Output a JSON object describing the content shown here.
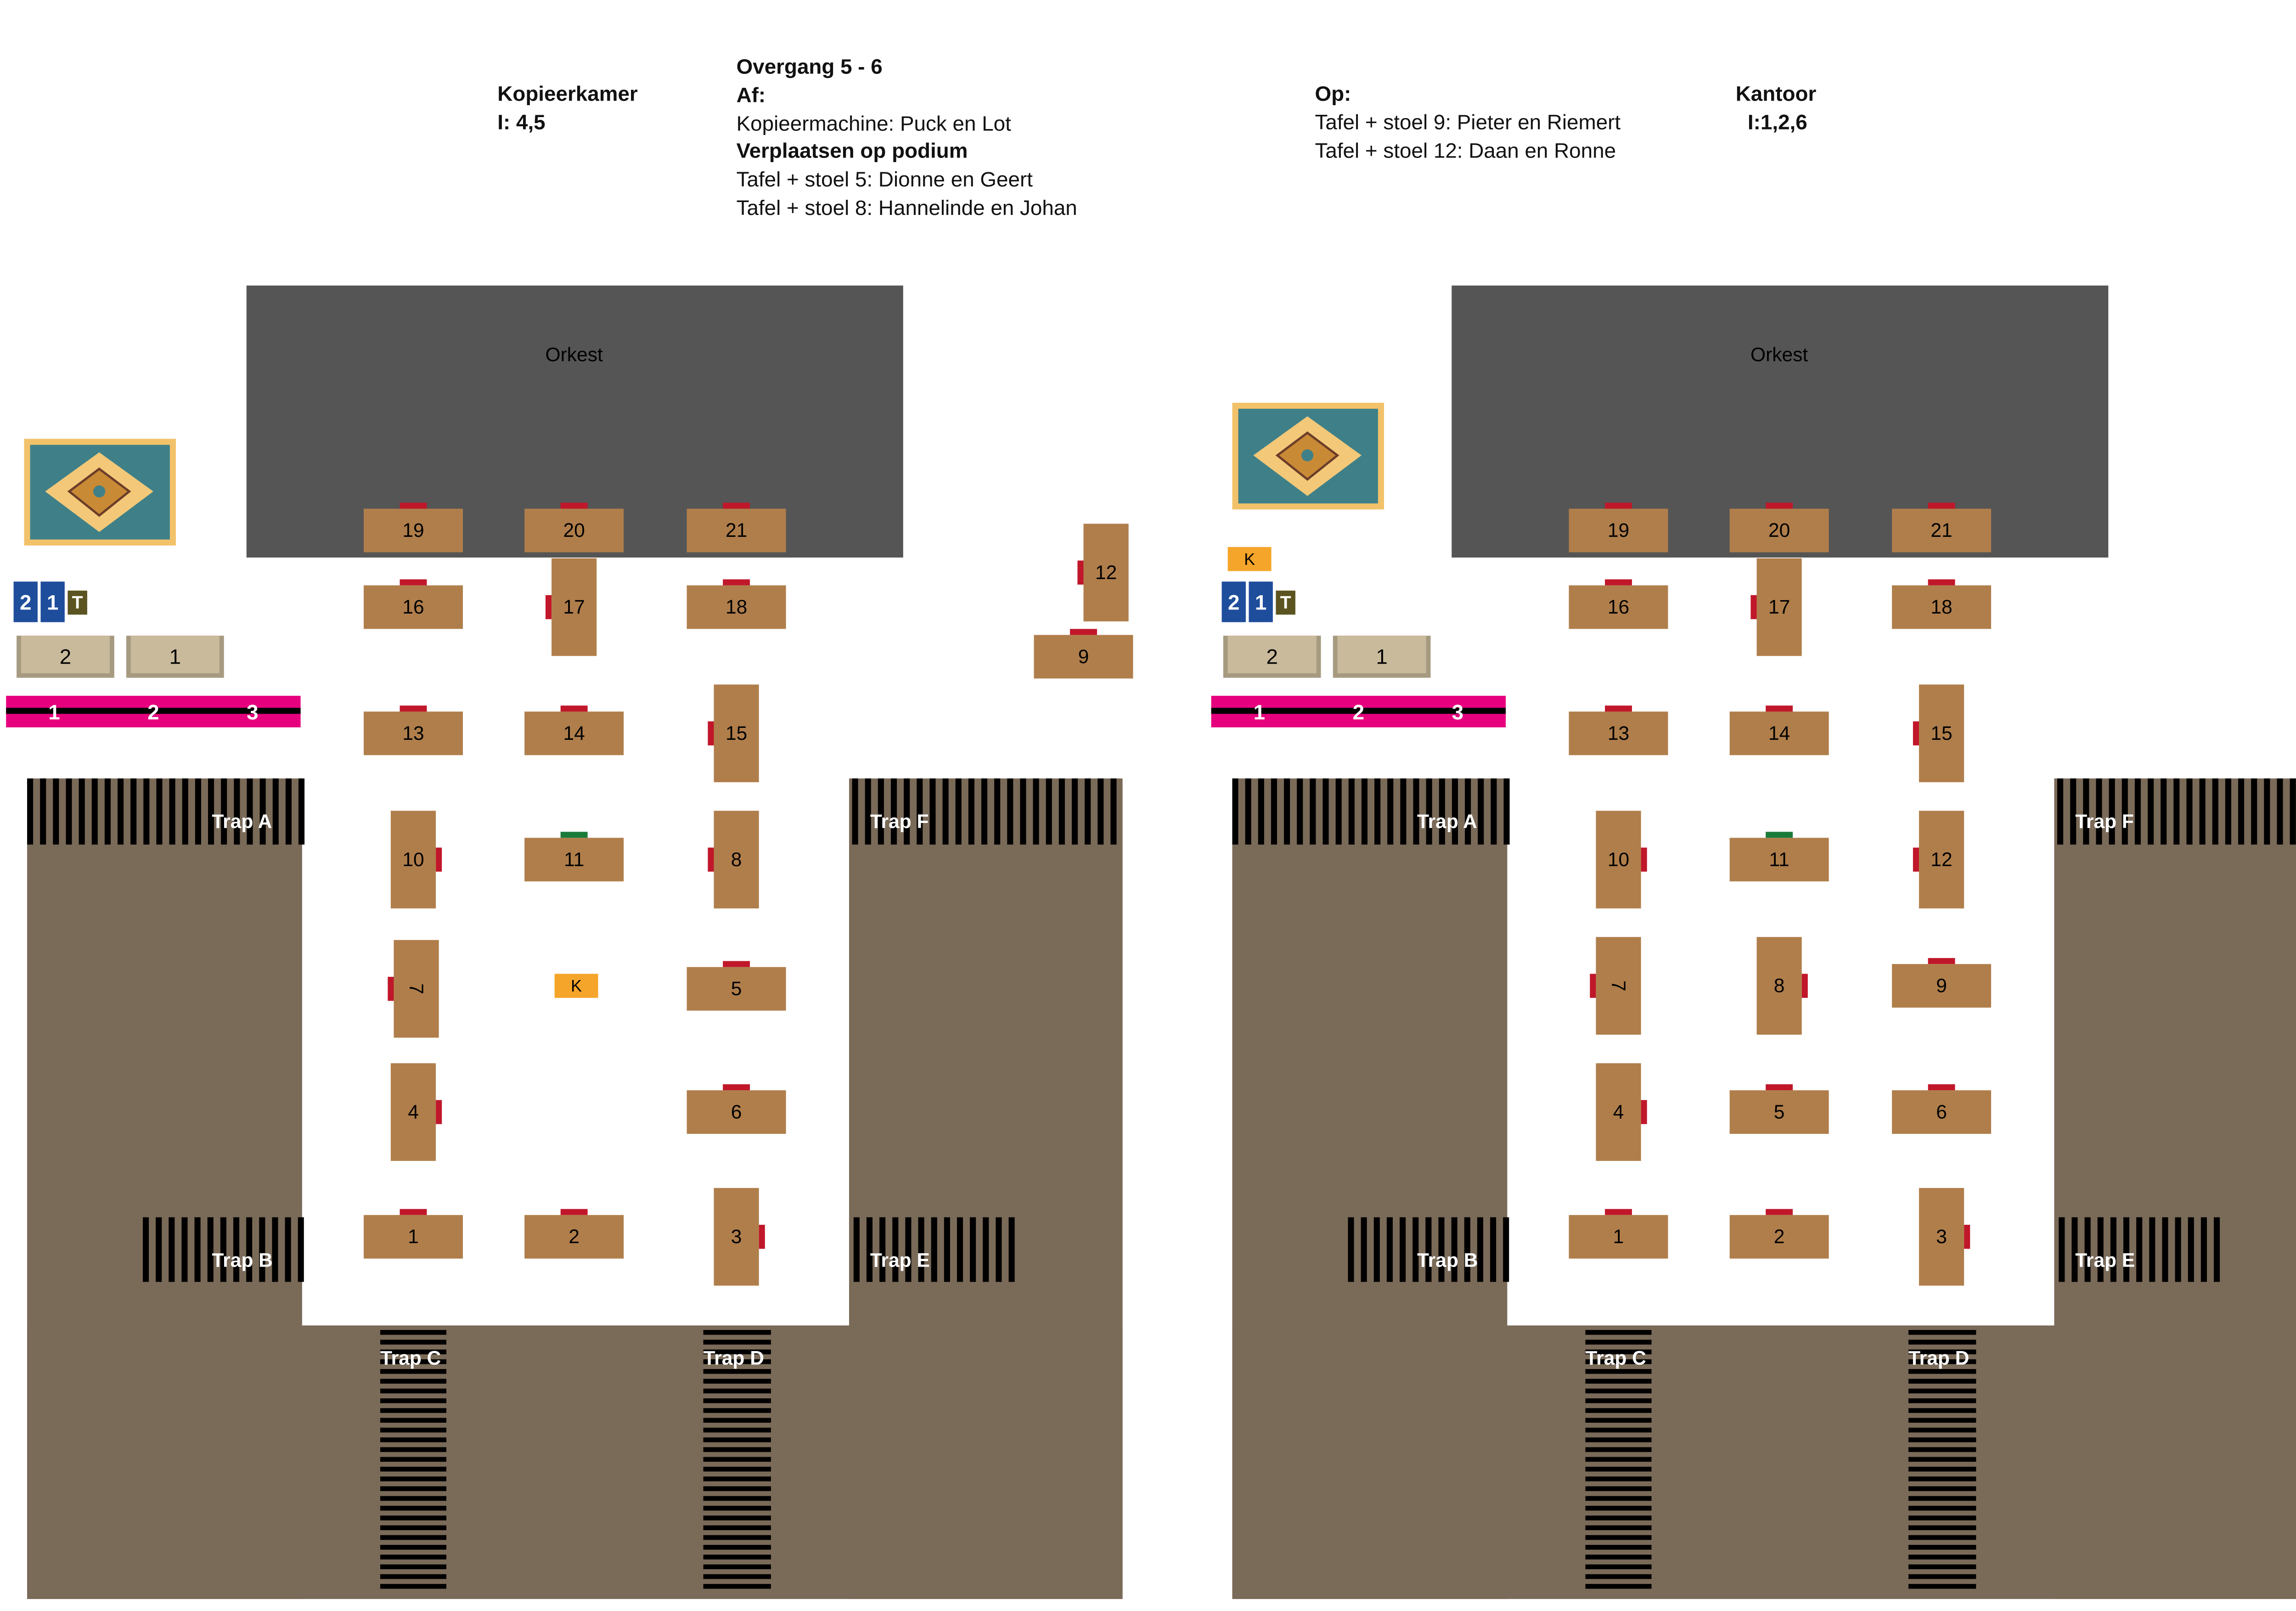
{
  "colors": {
    "orchestra": "#555555",
    "table": "#b07e4b",
    "chair": "#c0172a",
    "chair_alt": "#1a7a3a",
    "floor": "#7a6a58",
    "stripe": "#000000",
    "kopie": "#f5a52a",
    "blue": "#1e4d9c",
    "olive": "#5c5420",
    "beige": "#c9ba9c",
    "beige_edge": "#a69a80",
    "pink": "#e6007e"
  },
  "header": {
    "left_room": {
      "title": "Kopieerkamer",
      "sub": "I: 4,5"
    },
    "transition": {
      "title": "Overgang 5 - 6",
      "off_label": "Af:",
      "off_items": [
        "Kopieermachine: Puck en Lot"
      ],
      "move_label": "Verplaatsen op podium",
      "move_items": [
        "Tafel + stoel 5: Dionne en Geert",
        "Tafel + stoel 8: Hannelinde en Johan"
      ]
    },
    "on": {
      "label": "Op:",
      "items": [
        "Tafel + stoel 9: Pieter en Riemert",
        "Tafel + stoel 12: Daan en Ronne"
      ]
    },
    "right_room": {
      "title": "Kantoor",
      "sub": "I:1,2,6"
    }
  },
  "panels": [
    {
      "orchestra": "Orkest",
      "kopie": "K",
      "blue_boxes": [
        "2",
        "1"
      ],
      "t_box": "T",
      "beige_boxes": [
        "2",
        "1"
      ],
      "pink_bar": [
        "1",
        "2",
        "3"
      ],
      "traps": [
        "Trap A",
        "Trap B",
        "Trap C",
        "Trap D",
        "Trap E",
        "Trap F"
      ],
      "tables": [
        {
          "label": "19"
        },
        {
          "label": "20"
        },
        {
          "label": "21"
        },
        {
          "label": "16"
        },
        {
          "label": "17"
        },
        {
          "label": "18"
        },
        {
          "label": "13"
        },
        {
          "label": "14"
        },
        {
          "label": "15"
        },
        {
          "label": "10"
        },
        {
          "label": "11",
          "chair": "alt"
        },
        {
          "label": "8"
        },
        {
          "label": "7"
        },
        {
          "label": "5"
        },
        {
          "label": "4"
        },
        {
          "label": "6"
        },
        {
          "label": "1"
        },
        {
          "label": "2"
        },
        {
          "label": "3"
        },
        {
          "label": "12"
        },
        {
          "label": "9"
        }
      ]
    },
    {
      "orchestra": "Orkest",
      "kopie": "K",
      "blue_boxes": [
        "2",
        "1"
      ],
      "t_box": "T",
      "beige_boxes": [
        "2",
        "1"
      ],
      "pink_bar": [
        "1",
        "2",
        "3"
      ],
      "traps": [
        "Trap A",
        "Trap B",
        "Trap C",
        "Trap D",
        "Trap E",
        "Trap F"
      ],
      "tables": [
        {
          "label": "19"
        },
        {
          "label": "20"
        },
        {
          "label": "21"
        },
        {
          "label": "16"
        },
        {
          "label": "17"
        },
        {
          "label": "18"
        },
        {
          "label": "13"
        },
        {
          "label": "14"
        },
        {
          "label": "15"
        },
        {
          "label": "10"
        },
        {
          "label": "11",
          "chair": "alt"
        },
        {
          "label": "12"
        },
        {
          "label": "7"
        },
        {
          "label": "8"
        },
        {
          "label": "9"
        },
        {
          "label": "4"
        },
        {
          "label": "5"
        },
        {
          "label": "6"
        },
        {
          "label": "1"
        },
        {
          "label": "2"
        },
        {
          "label": "3"
        }
      ]
    }
  ]
}
